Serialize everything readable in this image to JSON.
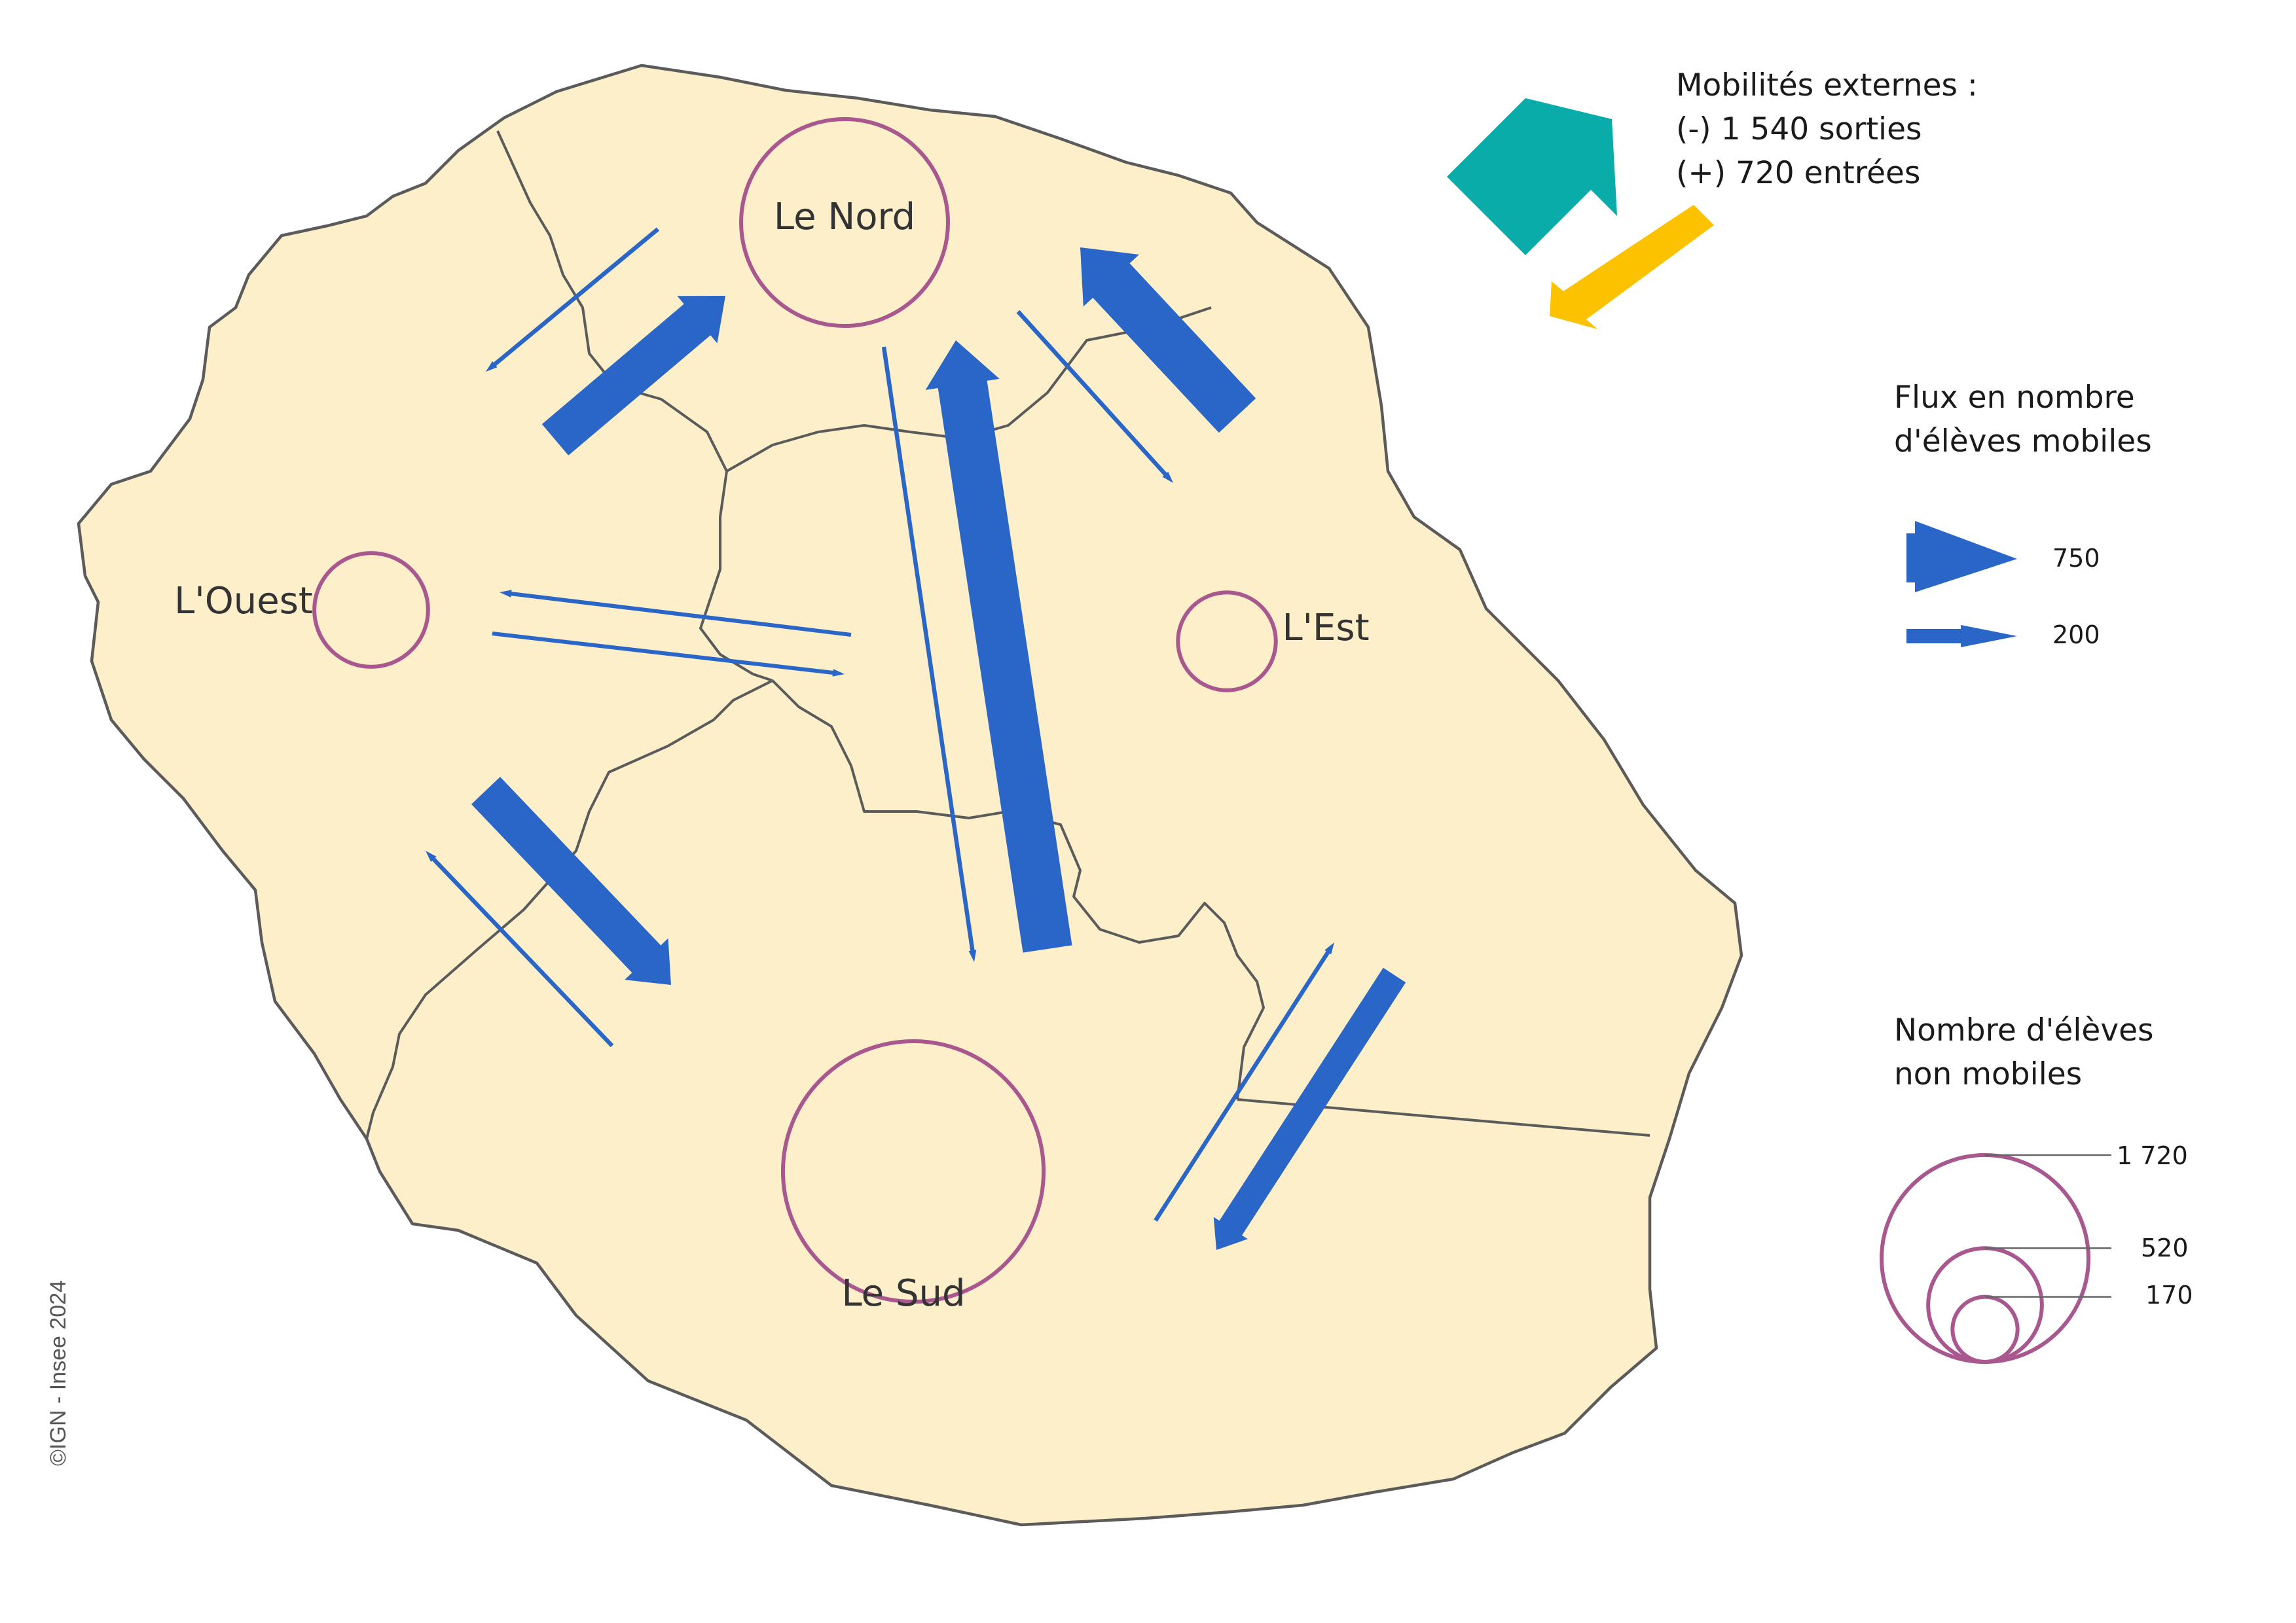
{
  "regions": {
    "nord": {
      "label": "Le Nord",
      "non_mobile": 1720
    },
    "ouest": {
      "label": "L'Ouest",
      "non_mobile": 520
    },
    "est": {
      "label": "L'Est",
      "non_mobile": 385
    },
    "sud": {
      "label": "Le Sud",
      "non_mobile": 2730
    }
  },
  "external_mobility": {
    "title": "Mobilités externes :",
    "out_line": "(-) 1 540 sorties",
    "in_line": "(+) 720 entrées",
    "out_value": 1540,
    "in_value": 720,
    "out_color": "#0aaca9",
    "in_color": "#fcc200"
  },
  "flow_legend": {
    "title_line1": "Flux en nombre",
    "title_line2": "d'élèves mobiles",
    "item_large_label": "750",
    "item_small_label": "200",
    "item_large_value": 750,
    "item_small_value": 200
  },
  "circle_legend": {
    "title_line1": "Nombre d'élèves",
    "title_line2": "non mobiles",
    "items": [
      {
        "label": "1 720",
        "value": 1720
      },
      {
        "label": "520",
        "value": 520
      },
      {
        "label": "170",
        "value": 170
      }
    ]
  },
  "flows": [
    {
      "from": "nord",
      "to": "ouest",
      "value": 200
    },
    {
      "from": "ouest",
      "to": "nord",
      "value": 760
    },
    {
      "from": "nord",
      "to": "sud",
      "value": 200
    },
    {
      "from": "sud",
      "to": "nord",
      "value": 960
    },
    {
      "from": "nord",
      "to": "est",
      "value": 190
    },
    {
      "from": "est",
      "to": "nord",
      "value": 980
    },
    {
      "from": "sud",
      "to": "ouest",
      "value": 190
    },
    {
      "from": "ouest",
      "to": "sud",
      "value": 730
    },
    {
      "from": "est",
      "to": "sud",
      "value": 430
    },
    {
      "from": "sud",
      "to": "est",
      "value": 190
    },
    {
      "from": "est",
      "to": "ouest",
      "value": 150
    },
    {
      "from": "ouest",
      "to": "est",
      "value": 150
    }
  ],
  "colors": {
    "island_fill": "#fcefc9",
    "flow_color": "#2a66c8",
    "circle_color": "#a8588f"
  },
  "copyright": "©IGN - Insee 2024"
}
